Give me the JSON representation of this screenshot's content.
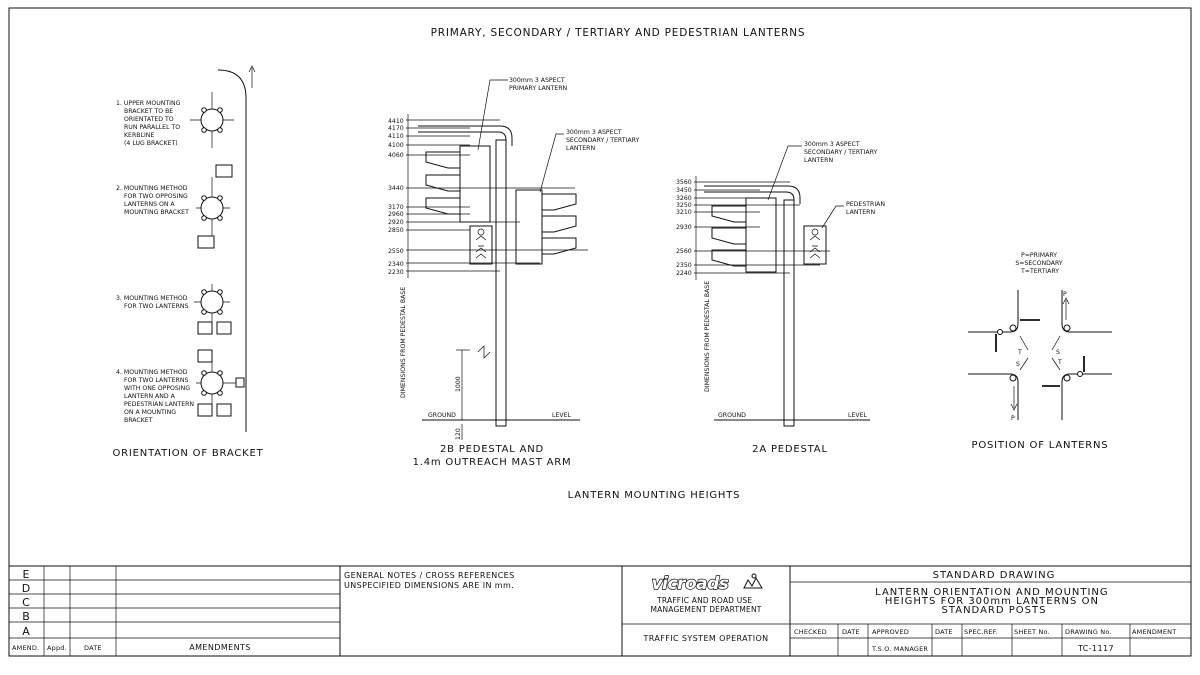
{
  "sheet_title": "PRIMARY, SECONDARY / TERTIARY AND PEDESTRIAN LANTERNS",
  "bracket": {
    "caption": "ORIENTATION OF BRACKET",
    "notes": [
      [
        "1. UPPER MOUNTING",
        "BRACKET TO BE",
        "ORIENTATED TO",
        "RUN PARALLEL TO",
        "KERBLINE",
        "(4 LUG BRACKET)"
      ],
      [
        "2. MOUNTING METHOD",
        "FOR TWO OPPOSING",
        "LANTERNS ON A",
        "MOUNTING BRACKET"
      ],
      [
        "3. MOUNTING METHOD",
        "FOR TWO LANTERNS"
      ],
      [
        "4. MOUNTING METHOD",
        "FOR TWO LANTERNS",
        "WITH ONE OPPOSING",
        "LANTERN AND A",
        "PEDESTRIAN LANTERN",
        "ON A MOUNTING",
        "BRACKET"
      ]
    ]
  },
  "pedestal_2b": {
    "caption_line1": "2B PEDESTAL AND",
    "caption_line2": "1.4m OUTREACH MAST ARM",
    "heights": [
      "4410",
      "4170",
      "4110",
      "4100",
      "4060",
      "3440",
      "3170",
      "2960",
      "2920",
      "2850",
      "2550",
      "2340",
      "2230"
    ],
    "primary_label": [
      "300mm 3 ASPECT",
      "PRIMARY LANTERN"
    ],
    "secondary_label": [
      "300mm 3 ASPECT",
      "SECONDARY / TERTIARY",
      "LANTERN"
    ],
    "side_label": "DIMENSIONS FROM PEDESTAL BASE",
    "dim_1000": "1000",
    "dim_120": "120",
    "ground": "GROUND",
    "level": "LEVEL"
  },
  "pedestal_2a": {
    "caption": "2A PEDESTAL",
    "heights": [
      "3560",
      "3450",
      "3260",
      "3250",
      "3210",
      "2930",
      "2560",
      "2350",
      "2240"
    ],
    "lantern_label": [
      "300mm 3 ASPECT",
      "SECONDARY / TERTIARY",
      "LANTERN"
    ],
    "ped_label": [
      "PEDESTRIAN",
      "LANTERN"
    ],
    "side_label": "DIMENSIONS FROM PEDESTAL BASE",
    "ground": "GROUND",
    "level": "LEVEL"
  },
  "position": {
    "caption": "POSITION OF LANTERNS",
    "legend": [
      "P=PRIMARY",
      "S=SECONDARY",
      "T=TERTIARY"
    ],
    "letters": [
      "P",
      "T",
      "S",
      "S",
      "T",
      "P"
    ]
  },
  "center_caption": "LANTERN MOUNTING HEIGHTS",
  "title_block": {
    "revisions": [
      "E",
      "D",
      "C",
      "B",
      "A"
    ],
    "rev_headers": [
      "AMEND.",
      "Appd.",
      "DATE",
      "AMENDMENTS"
    ],
    "general_notes": [
      "GENERAL NOTES / CROSS REFERENCES",
      "UNSPECIFIED DIMENSIONS ARE IN mm."
    ],
    "logo_text": "vicroads",
    "dept_line1": "TRAFFIC AND ROAD USE",
    "dept_line2": "MANAGEMENT DEPARTMENT",
    "section": "TRAFFIC SYSTEM OPERATION",
    "std_drawing": "STANDARD DRAWING",
    "drawing_title": [
      "LANTERN ORIENTATION AND MOUNTING",
      "HEIGHTS FOR 300mm LANTERNS ON",
      "STANDARD POSTS"
    ],
    "fields": [
      "CHECKED",
      "DATE",
      "APPROVED",
      "DATE",
      "SPEC.REF.",
      "SHEET No.",
      "DRAWING No.",
      "AMENDMENT"
    ],
    "approved_by": "T.S.O. MANAGER",
    "drawing_no": "TC-1117"
  }
}
